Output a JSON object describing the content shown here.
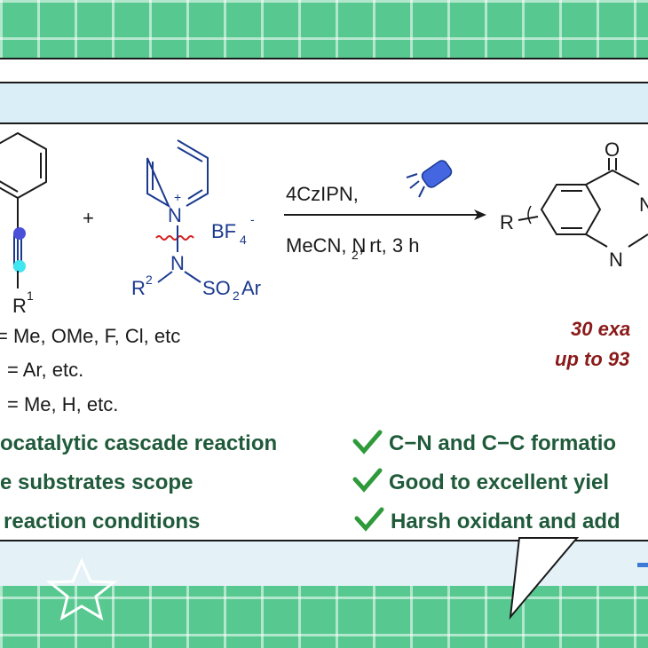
{
  "colors": {
    "background": "#57c990",
    "feature_text": "#1f5a3a",
    "yield_text": "#8b1a1a",
    "reagent_blue": "#1b3a8f"
  },
  "scheme": {
    "reactant1": {
      "r_label": "R",
      "r_superscript": "1"
    },
    "reactant2": {
      "plus": "+",
      "n_plus": "N",
      "charge": "+",
      "counterion": "BF",
      "counterion_sub": "4",
      "counterion_charge": "-",
      "n_amide": "N",
      "r2": "R",
      "r2_sup": "2",
      "so2ar_a": "SO",
      "so2ar_sub": "2",
      "so2ar_b": "Ar"
    },
    "conditions_top": "4CzIPN,",
    "conditions_bottom_a": "MeCN, N",
    "conditions_bottom_sub": "2",
    "conditions_bottom_b": ", rt, 3 h",
    "product": {
      "o": "O",
      "n1": "N",
      "n2": "N",
      "r": "R"
    },
    "substituents": [
      "= Me, OMe, F, Cl, etc",
      "= Ar, etc.",
      "= Me, H, etc."
    ],
    "yield_line1": "30 exa",
    "yield_line2": "up to 93"
  },
  "features_left": [
    "ocatalytic cascade reaction",
    "e substrates scope",
    "reaction conditions"
  ],
  "features_right": [
    "C−N and C−C formatio",
    "Good to excellent yiel",
    "Harsh oxidant and add"
  ],
  "icons": [
    "check-icon",
    "star-icon",
    "lamp-icon"
  ]
}
